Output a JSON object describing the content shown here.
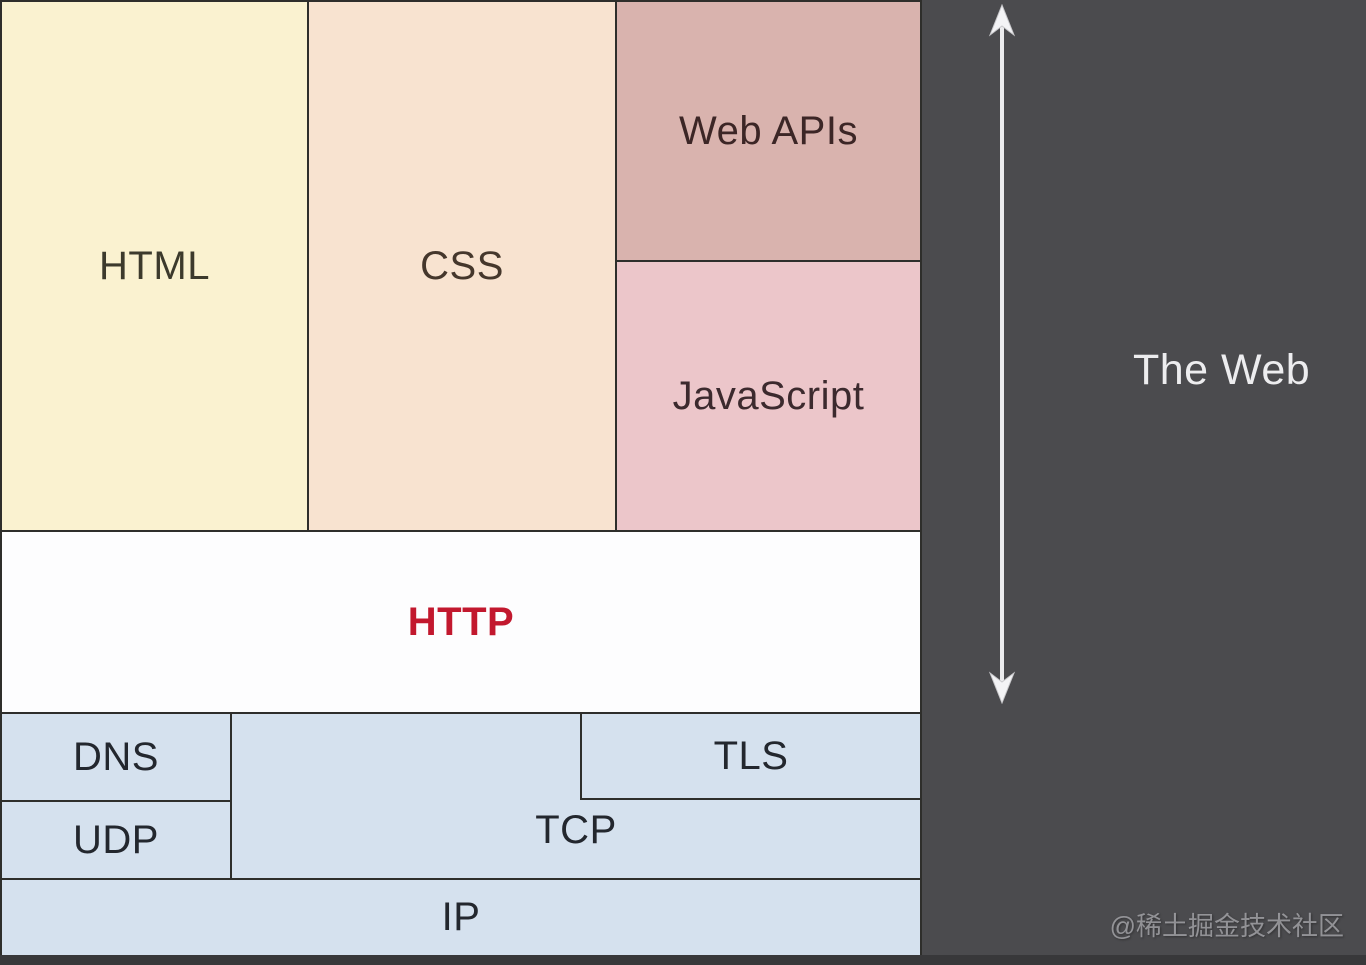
{
  "diagram": {
    "layers": {
      "html": "HTML",
      "css": "CSS",
      "web_apis": "Web APIs",
      "javascript": "JavaScript",
      "http": "HTTP",
      "dns": "DNS",
      "udp": "UDP",
      "tls": "TLS",
      "tcp": "TCP",
      "ip": "IP"
    },
    "side_label": "The Web",
    "colors": {
      "html_fill": "#faf2d0",
      "css_fill": "#f8e3d0",
      "web_apis_fill": "#d9b3ae",
      "javascript_fill": "#ecc6ca",
      "http_fill": "#fdfdfe",
      "http_text": "#c2182e",
      "protocol_fill": "#d5e1ee",
      "border": "#2e2e2b",
      "background": "#4b4b4e",
      "arrow": "#f2f2f4",
      "side_label_text": "#ededef"
    }
  },
  "watermark": "@稀土掘金技术社区"
}
